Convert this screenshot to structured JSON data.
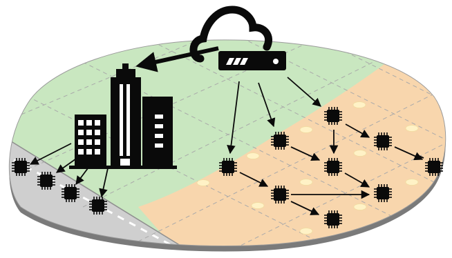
{
  "diagram": {
    "colors": {
      "background": "#ffffff",
      "green_zone": "#c9e7c0",
      "orange_zone": "#f8d6ad",
      "road": "#cfcfcf",
      "road_edge": "#8f8f8f",
      "road_dash": "#ffffff",
      "grid_line": "#a9a9a9",
      "ink": "#0a0a0a",
      "ellipse_fill": "#fff2c6",
      "ellipse_stroke": "#f0dca0"
    },
    "icons": {
      "cloud": "cloud-icon",
      "gateway": "gateway-server-icon",
      "building": "office-building-icon",
      "chip": "microchip-icon"
    },
    "nodes": [
      {
        "id": "cloud",
        "kind": "cloud"
      },
      {
        "id": "gateway",
        "kind": "gateway"
      },
      {
        "id": "building",
        "kind": "building"
      },
      {
        "id": "road-chip-1",
        "kind": "chip",
        "zone": "road"
      },
      {
        "id": "road-chip-2",
        "kind": "chip",
        "zone": "road"
      },
      {
        "id": "road-chip-3",
        "kind": "chip",
        "zone": "road"
      },
      {
        "id": "road-chip-4",
        "kind": "chip",
        "zone": "road"
      },
      {
        "id": "mesh-chip-1",
        "kind": "chip",
        "zone": "field"
      },
      {
        "id": "mesh-chip-2",
        "kind": "chip",
        "zone": "field"
      },
      {
        "id": "mesh-chip-3",
        "kind": "chip",
        "zone": "field"
      },
      {
        "id": "mesh-chip-4",
        "kind": "chip",
        "zone": "field"
      },
      {
        "id": "mesh-chip-5",
        "kind": "chip",
        "zone": "field"
      },
      {
        "id": "mesh-chip-6",
        "kind": "chip",
        "zone": "field"
      },
      {
        "id": "mesh-chip-7",
        "kind": "chip",
        "zone": "field"
      },
      {
        "id": "mesh-chip-8",
        "kind": "chip",
        "zone": "field"
      },
      {
        "id": "mesh-chip-9",
        "kind": "chip",
        "zone": "field"
      },
      {
        "id": "mesh-chip-10",
        "kind": "chip",
        "zone": "field"
      }
    ],
    "edges": [
      {
        "from": "gateway",
        "to": "building",
        "style": "thick"
      },
      {
        "from": "building",
        "to": "road-chip-1"
      },
      {
        "from": "building",
        "to": "road-chip-2"
      },
      {
        "from": "building",
        "to": "road-chip-3"
      },
      {
        "from": "building",
        "to": "road-chip-4"
      },
      {
        "from": "gateway",
        "to": "mesh-chip-1"
      },
      {
        "from": "gateway",
        "to": "mesh-chip-2"
      },
      {
        "from": "gateway",
        "to": "mesh-chip-3"
      },
      {
        "from": "mesh-chip-3",
        "to": "mesh-chip-4"
      },
      {
        "from": "mesh-chip-3",
        "to": "mesh-chip-5"
      },
      {
        "from": "mesh-chip-2",
        "to": "mesh-chip-5"
      },
      {
        "from": "mesh-chip-4",
        "to": "mesh-chip-6"
      },
      {
        "from": "mesh-chip-1",
        "to": "mesh-chip-7"
      },
      {
        "from": "mesh-chip-5",
        "to": "mesh-chip-9"
      },
      {
        "from": "mesh-chip-7",
        "to": "mesh-chip-9"
      },
      {
        "from": "mesh-chip-7",
        "to": "mesh-chip-8"
      },
      {
        "from": "mesh-chip-10",
        "to": "mesh-chip-4"
      }
    ]
  }
}
